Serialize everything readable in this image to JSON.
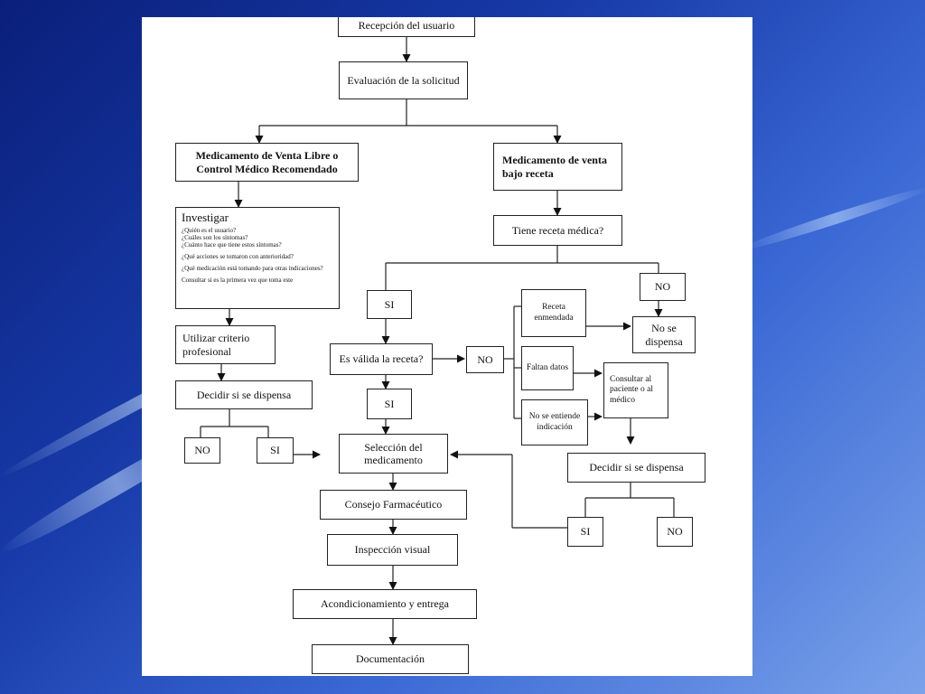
{
  "flowchart": {
    "recepcion": "Recepción del usuario",
    "evaluacion": "Evaluación de la solicitud",
    "venta_libre": "Medicamento de Venta Libre o Control Médico Recomendado",
    "bajo_receta": "Medicamento de venta bajo receta",
    "investigar_title": "Investigar",
    "investigar_items": [
      "¿Quién es el usuario?",
      "¿Cuáles son los síntomas?",
      "¿Cuánto hace que tiene estos síntomas?",
      "¿Qué acciones se tomaron con  anterioridad?",
      "¿Qué medicación está  tomando para otras indicaciones?",
      "Consultar si es la primera vez que toma este"
    ],
    "utilizar_criterio": "Utilizar criterio profesional",
    "decidir_left": "Decidir si se dispensa",
    "no_left": "NO",
    "si_left": "SI",
    "tiene_receta": "Tiene receta médica?",
    "si_receta": "SI",
    "no_receta": "NO",
    "es_valida": "Es válida la receta?",
    "no_valida": "NO",
    "si_valida": "SI",
    "receta_enmendada": "Receta enmendada",
    "faltan_datos": "Faltan datos",
    "no_entiende": "No se entiende indicación",
    "no_se_dispensa": "No se dispensa",
    "consultar": "Consultar al paciente o al médico",
    "decidir_right": "Decidir si se dispensa",
    "si_right": "SI",
    "no_right": "NO",
    "seleccion": "Selección del medicamento",
    "consejo": "Consejo Farmacéutico",
    "inspeccion": "Inspección visual",
    "acondicionamiento": "Acondicionamiento y entrega",
    "documentacion": "Documentación"
  }
}
